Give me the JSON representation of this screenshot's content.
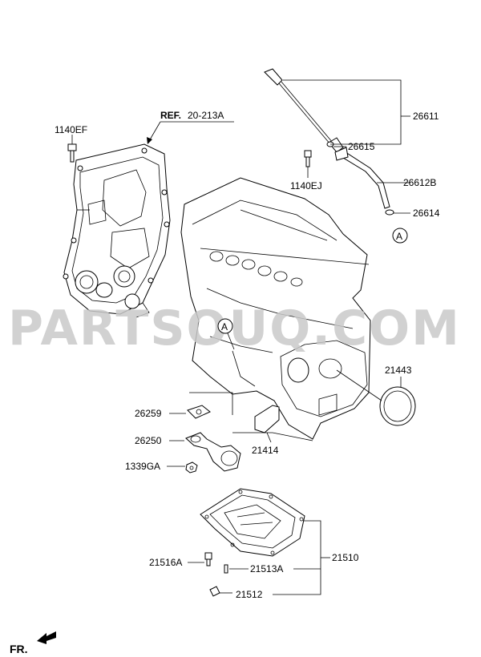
{
  "watermark": "PARTSOUQ.COM",
  "reference": {
    "prefix": "REF.",
    "code": "20-213A"
  },
  "callout_letter": "A",
  "front_marker": "FR.",
  "parts": {
    "p1140EF": "1140EF",
    "p26611": "26611",
    "p26615": "26615",
    "p1140EJ": "1140EJ",
    "p26612B": "26612B",
    "p26614": "26614",
    "p21443": "21443",
    "p26259": "26259",
    "p26250": "26250",
    "p21414": "21414",
    "p1339GA": "1339GA",
    "p21510": "21510",
    "p21516A": "21516A",
    "p21513A": "21513A",
    "p21512": "21512"
  }
}
